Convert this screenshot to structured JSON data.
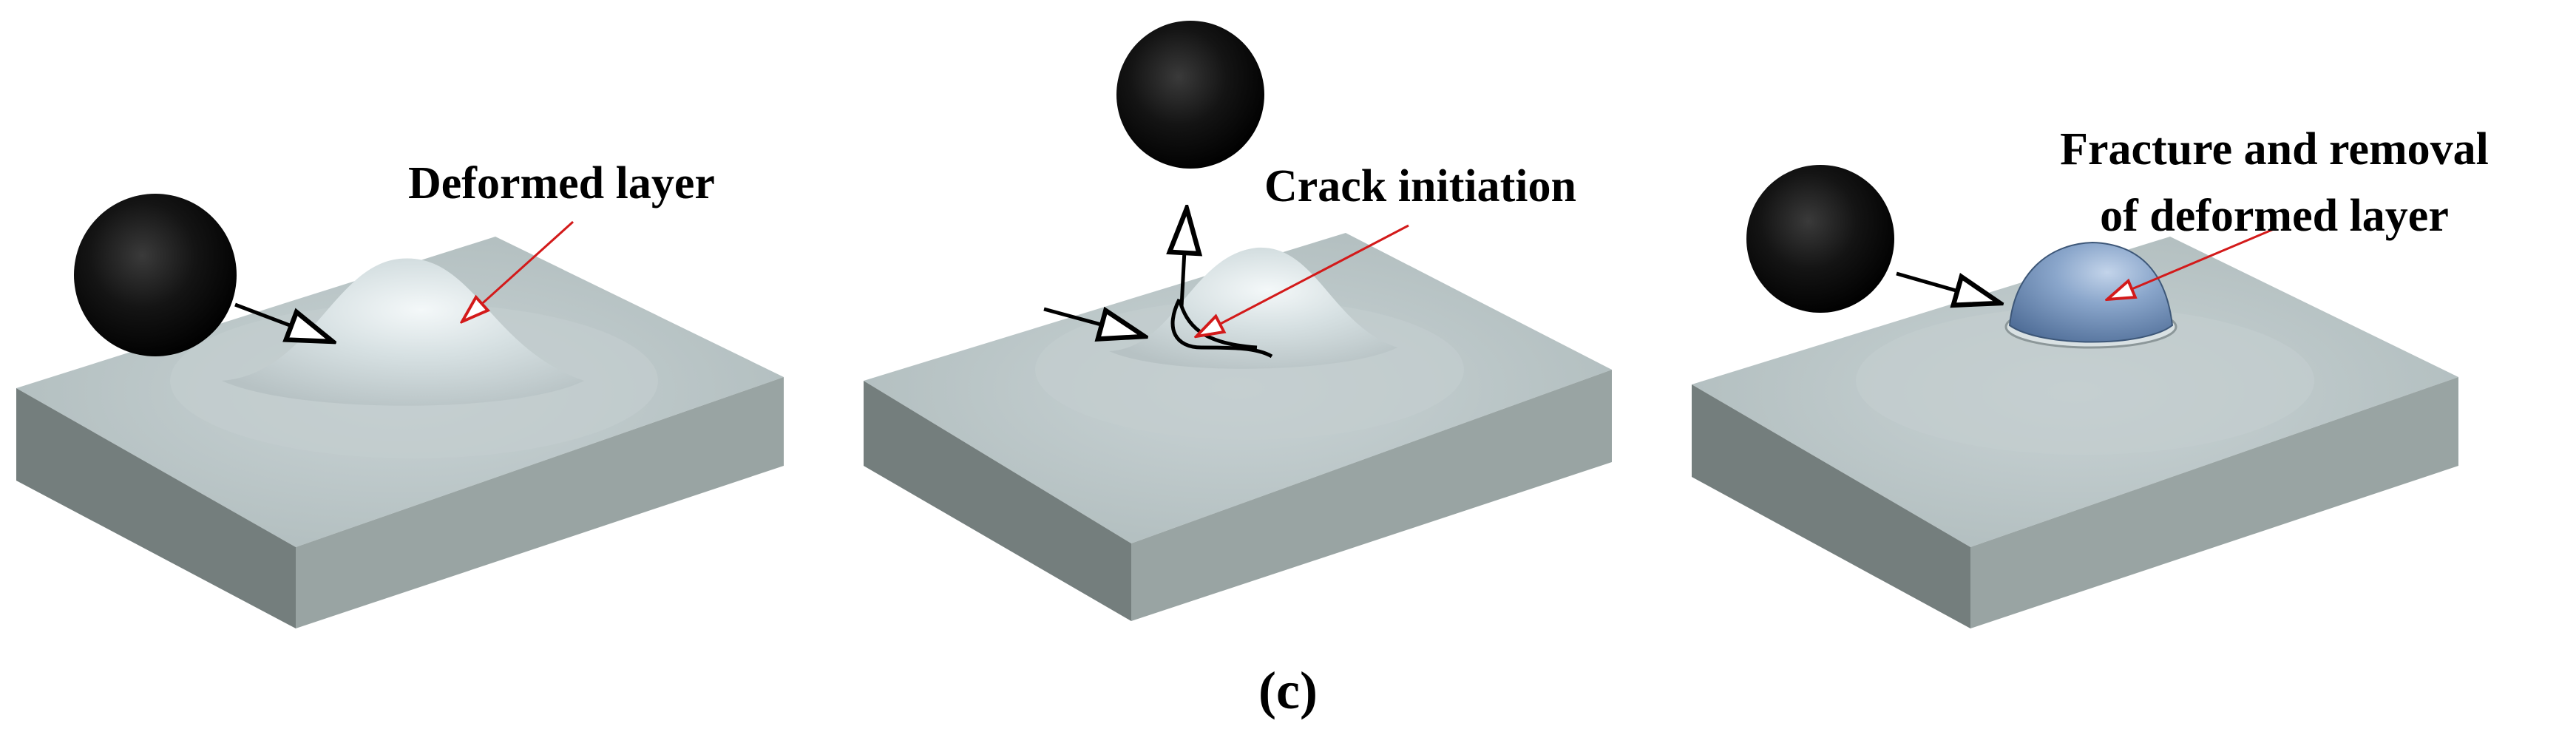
{
  "panels": [
    {
      "label_lines": [
        "Deformed layer"
      ]
    },
    {
      "label_lines": [
        "Crack initiation"
      ]
    },
    {
      "label_lines": [
        "Fracture and removal",
        "of deformed layer"
      ]
    }
  ],
  "caption": "(c)",
  "colors": {
    "block_top": "#b4c0c1",
    "block_front": "#99a4a3",
    "block_side": "#747e7d",
    "ball": "#0a0a0a",
    "pointer_arrow": "#d31a1a",
    "removed_layer": "#6f8fba"
  }
}
